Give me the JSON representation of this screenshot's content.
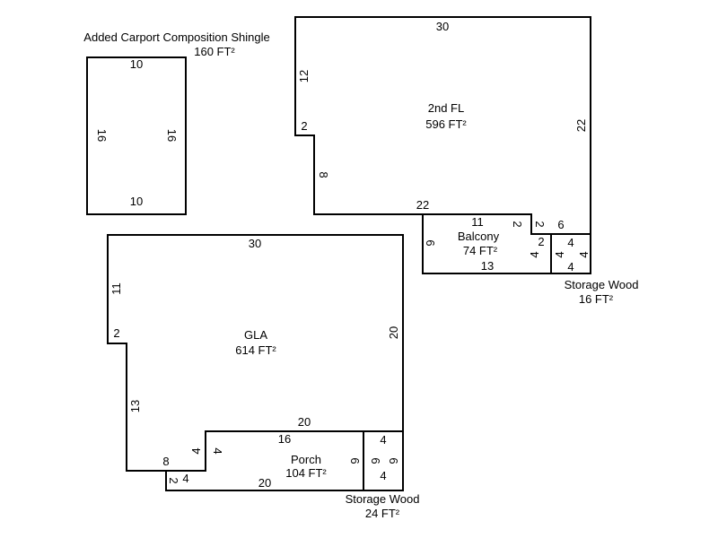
{
  "areas": {
    "carport": {
      "name": "Added Carport Composition Shingle",
      "size": "160 FT²",
      "dims": {
        "top": "10",
        "bottom": "10",
        "left": "16",
        "right": "16"
      }
    },
    "second_floor": {
      "name": "2nd FL",
      "size": "596 FT²",
      "dims": {
        "top": "30",
        "right": "22",
        "left_upper": "12",
        "step": "2",
        "left_lower": "8",
        "bottom": "22",
        "notch_a": "2",
        "notch_b": "6"
      }
    },
    "balcony": {
      "name": "Balcony",
      "size": "74 FT²",
      "dims": {
        "top": "11",
        "step_v": "2",
        "step_h": "2",
        "left": "6",
        "right": "4",
        "bottom": "13"
      }
    },
    "storage_upper": {
      "name": "Storage Wood",
      "size": "16 FT²",
      "dims": {
        "top": "4",
        "bottom": "4",
        "left": "4",
        "right": "4"
      }
    },
    "gla": {
      "name": "GLA",
      "size": "614 FT²",
      "dims": {
        "top": "30",
        "right": "20",
        "left_upper": "11",
        "step": "2",
        "left_lower": "13",
        "bottom_left": "8",
        "inner_v": "4",
        "bottom": "20"
      }
    },
    "porch": {
      "name": "Porch",
      "size": "104 FT²",
      "dims": {
        "top": "16",
        "left_v": "4",
        "small_v": "2",
        "small_h": "4",
        "bottom": "20",
        "right": "6"
      }
    },
    "storage_lower": {
      "name": "Storage Wood",
      "size": "24 FT²",
      "dims": {
        "top": "4",
        "bottom": "4",
        "left": "6",
        "right": "6"
      }
    }
  }
}
